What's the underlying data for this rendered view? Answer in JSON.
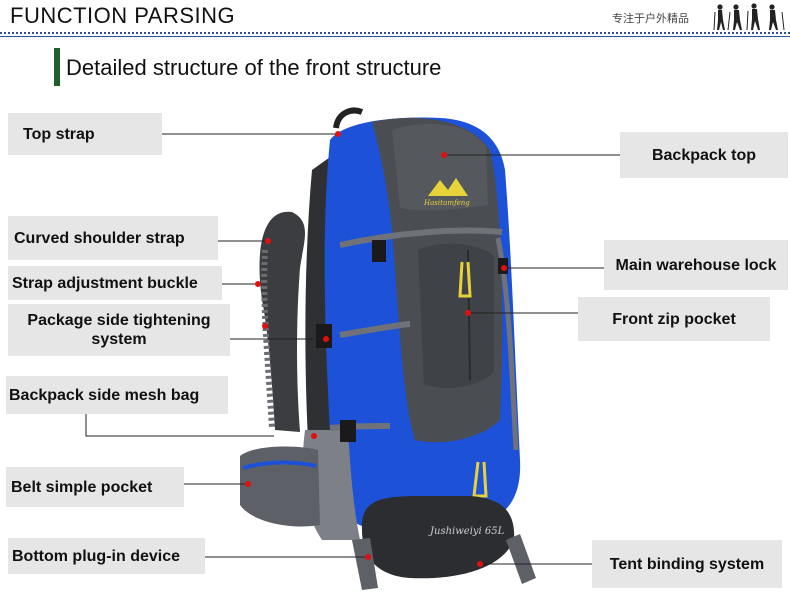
{
  "header": {
    "title": "FUNCTION  PARSING",
    "slogan": "专注于户外精品"
  },
  "section": {
    "title": "Detailed structure of the front structure"
  },
  "labels": {
    "top_strap": "Top strap",
    "backpack_top": "Backpack top",
    "curved_shoulder_strap": "Curved shoulder strap",
    "main_warehouse_lock": "Main warehouse lock",
    "strap_adjustment_buckle": "Strap adjustment buckle",
    "front_zip_pocket": "Front zip pocket",
    "package_side_tightening_line1": "Package side tightening",
    "package_side_tightening_line2": "system",
    "backpack_side_mesh_bag": "Backpack side mesh bag",
    "belt_simple_pocket": "Belt simple pocket",
    "bottom_plugin_device": "Bottom plug-in device",
    "tent_binding_system": "Tent binding system"
  },
  "product": {
    "brand_text": "Hasitumfeng",
    "bottom_text": "Jushiweiyi 65L"
  },
  "colors": {
    "accent_blue": "#1d52d8",
    "dark_gray": "#4a4d52",
    "marker_red": "#e01010",
    "label_bg": "#e6e6e6"
  }
}
